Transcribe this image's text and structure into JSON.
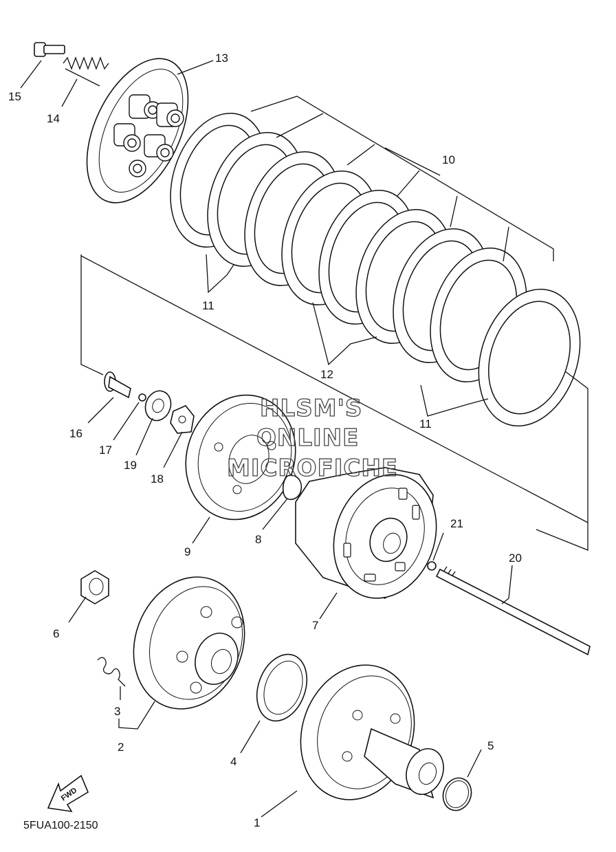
{
  "diagram": {
    "code": "5FUA100-2150",
    "fwd_label": "FWD",
    "watermark": [
      "HLSM'S",
      "ONLINE",
      "MICROFICHE"
    ]
  },
  "callouts": {
    "c1": "1",
    "c2": "2",
    "c3": "3",
    "c4": "4",
    "c5": "5",
    "c6": "6",
    "c7": "7",
    "c8": "8",
    "c9": "9",
    "c10": "10",
    "c11a": "11",
    "c11b": "11",
    "c12": "12",
    "c13": "13",
    "c14": "14",
    "c15": "15",
    "c16": "16",
    "c17": "17",
    "c18": "18",
    "c19": "19",
    "c20": "20",
    "c21": "21"
  },
  "colors": {
    "line": "#111111",
    "shade": "#bdbdbd",
    "background": "#ffffff"
  }
}
